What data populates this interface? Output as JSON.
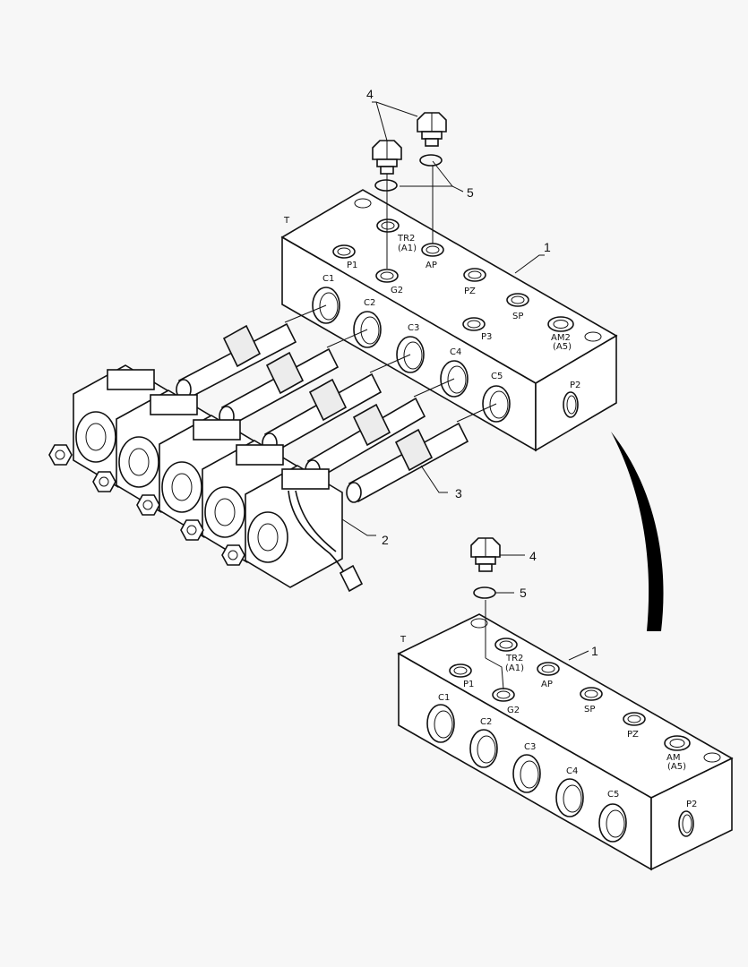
{
  "top_manifold": {
    "port_labels": {
      "t": "T",
      "tr2": "TR2",
      "a1": "(A1)",
      "p1": "P1",
      "ap": "AP",
      "g2": "G2",
      "pz": "PZ",
      "sp": "SP",
      "p3": "P3",
      "am2": "AM2",
      "a5": "(A5)",
      "p2": "P2",
      "c1": "C1",
      "c2": "C2",
      "c3": "C3",
      "c4": "C4",
      "c5": "C5"
    }
  },
  "bottom_manifold": {
    "port_labels": {
      "t": "T",
      "tr2": "TR2",
      "a1": "(A1)",
      "p1": "P1",
      "ap": "AP",
      "g2": "G2",
      "sp": "SP",
      "pz": "PZ",
      "am": "AM",
      "a5": "(A5)",
      "p2": "P2",
      "c1": "C1",
      "c2": "C2",
      "c3": "C3",
      "c4": "C4",
      "c5": "C5"
    }
  },
  "callouts": {
    "top_1": "1",
    "top_2": "2",
    "top_3": "3",
    "top_4": "4",
    "top_5": "5",
    "bot_1": "1",
    "bot_4": "4",
    "bot_5": "5"
  }
}
